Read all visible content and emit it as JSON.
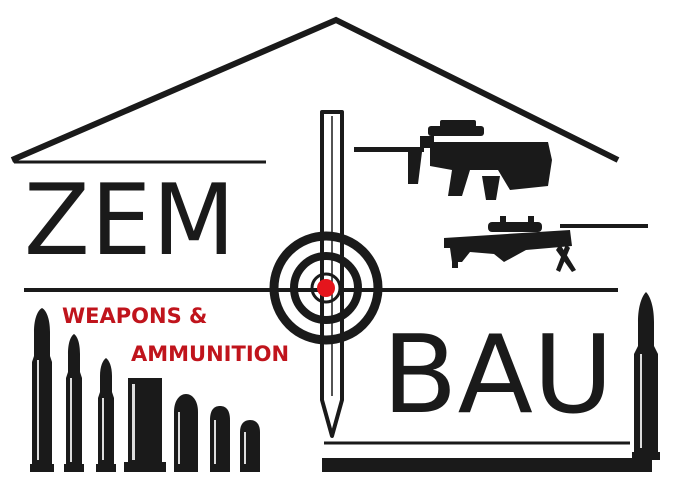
{
  "brand": {
    "word_top": "ZEM",
    "word_bottom": "BAU",
    "tagline_line1": "WEAPONS &",
    "tagline_line2": "AMMUNITION"
  },
  "icons": [
    "house-roof-outline",
    "crosshair-target-icon",
    "assault-rifle-icon",
    "sniper-rifle-icon",
    "ammunition-cartridges-icon"
  ],
  "colors": {
    "ink": "#1a1a1a",
    "accent_red": "#c0141c",
    "background": "#ffffff"
  }
}
